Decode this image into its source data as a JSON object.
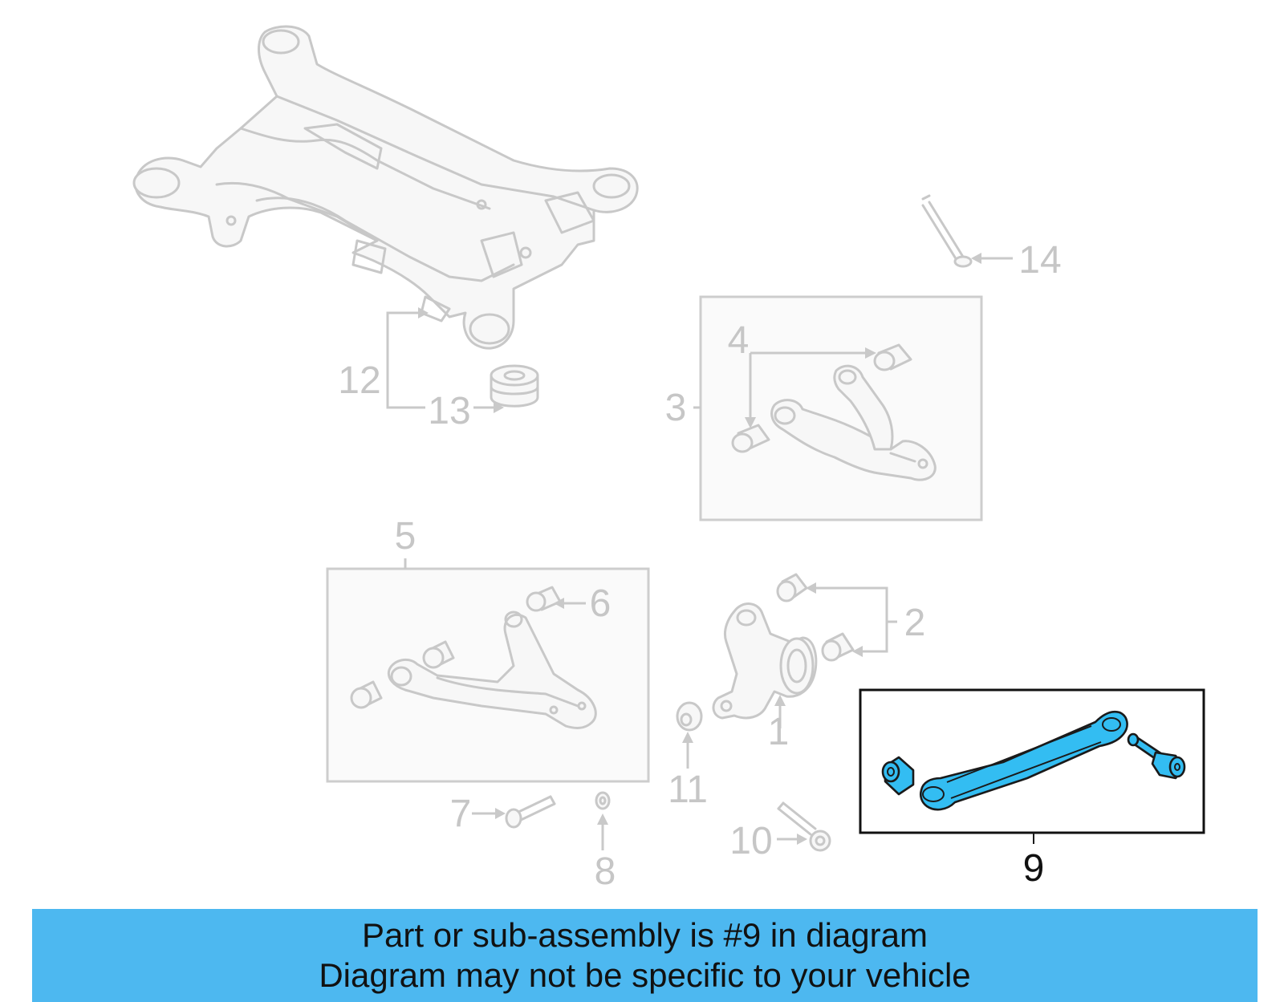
{
  "callouts": {
    "c1": "1",
    "c2": "2",
    "c3": "3",
    "c4": "4",
    "c5": "5",
    "c6": "6",
    "c7": "7",
    "c8": "8",
    "c9": "9",
    "c10": "10",
    "c11": "11",
    "c12": "12",
    "c13": "13",
    "c14": "14"
  },
  "highlighted_part": "9",
  "colors": {
    "highlight_fill": "#33bdf2",
    "banner_bg": "#4db8f0",
    "ghost_stroke": "#c8c8c8"
  },
  "banner": {
    "line1": "Part or sub-assembly is #9 in diagram",
    "line2": "Diagram may not be specific to your vehicle"
  }
}
